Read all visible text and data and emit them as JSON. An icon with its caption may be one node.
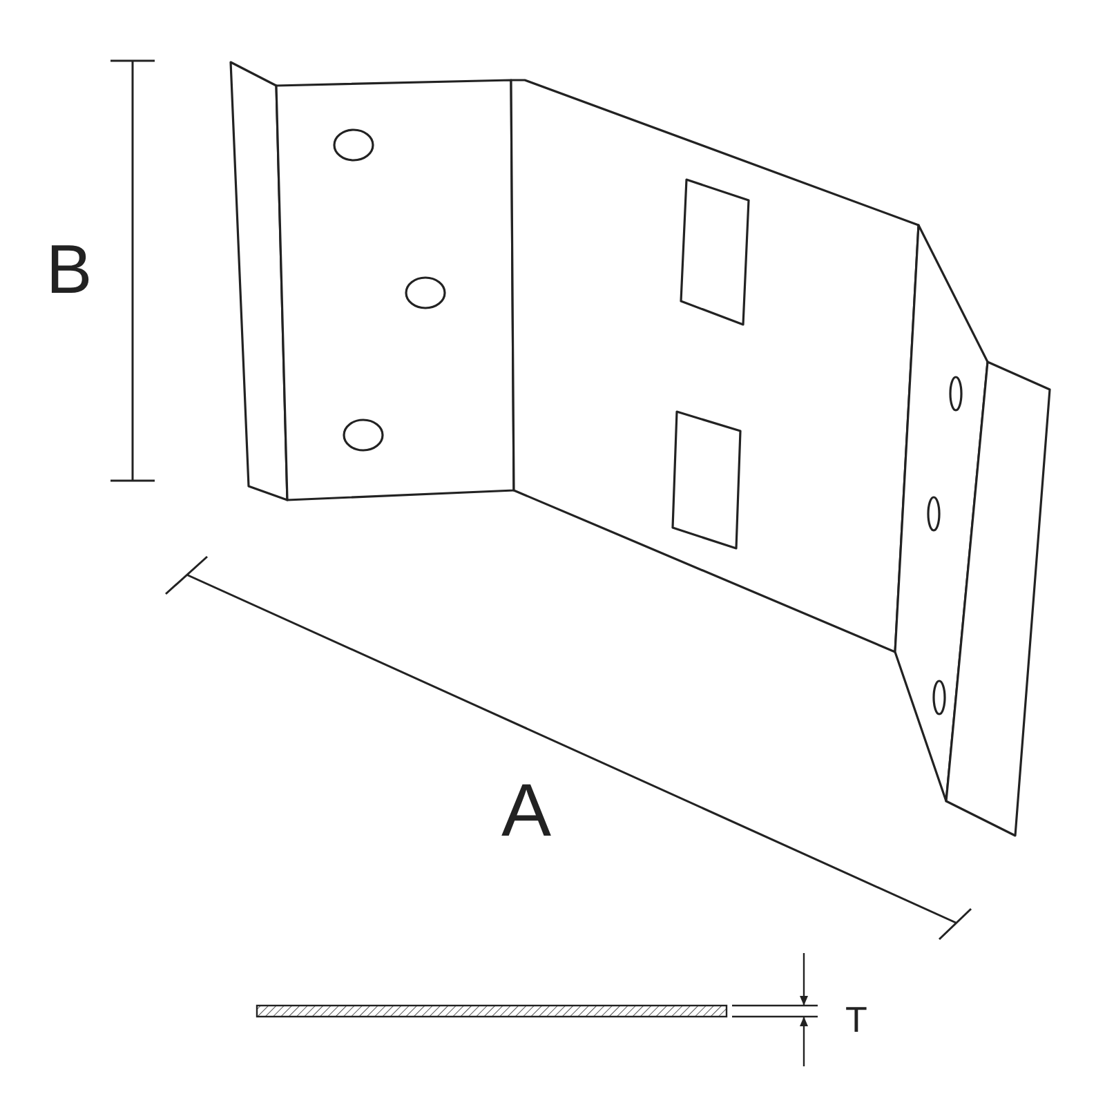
{
  "diagram": {
    "labels": [
      "B",
      "A",
      "T"
    ]
  }
}
